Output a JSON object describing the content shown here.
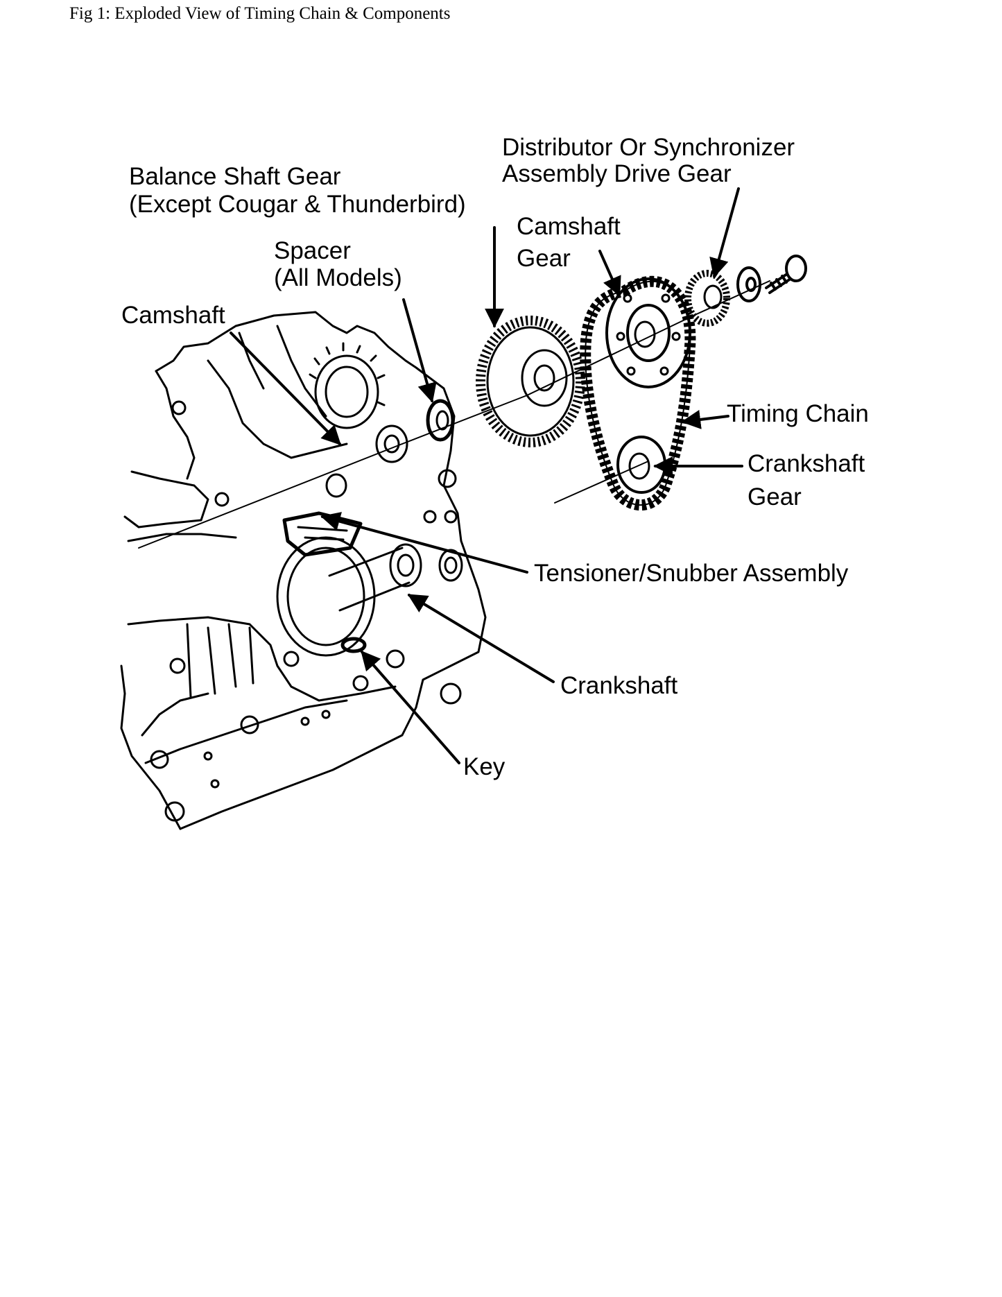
{
  "caption": "Fig 1: Exploded View of Timing Chain & Components",
  "labels": {
    "distributor_line1": "Distributor Or Synchronizer",
    "distributor_line2": "Assembly Drive Gear",
    "balance_line1": "Balance Shaft Gear",
    "balance_line2": "(Except Cougar & Thunderbird)",
    "camshaft_gear_line1": "Camshaft",
    "camshaft_gear_line2": "Gear",
    "spacer_line1": "Spacer",
    "spacer_line2": "(All Models)",
    "camshaft": "Camshaft",
    "timing_chain": "Timing Chain",
    "crankshaft_gear_line1": "Crankshaft",
    "crankshaft_gear_line2": "Gear",
    "tensioner": "Tensioner/Snubber Assembly",
    "crankshaft": "Crankshaft",
    "key": "Key"
  }
}
